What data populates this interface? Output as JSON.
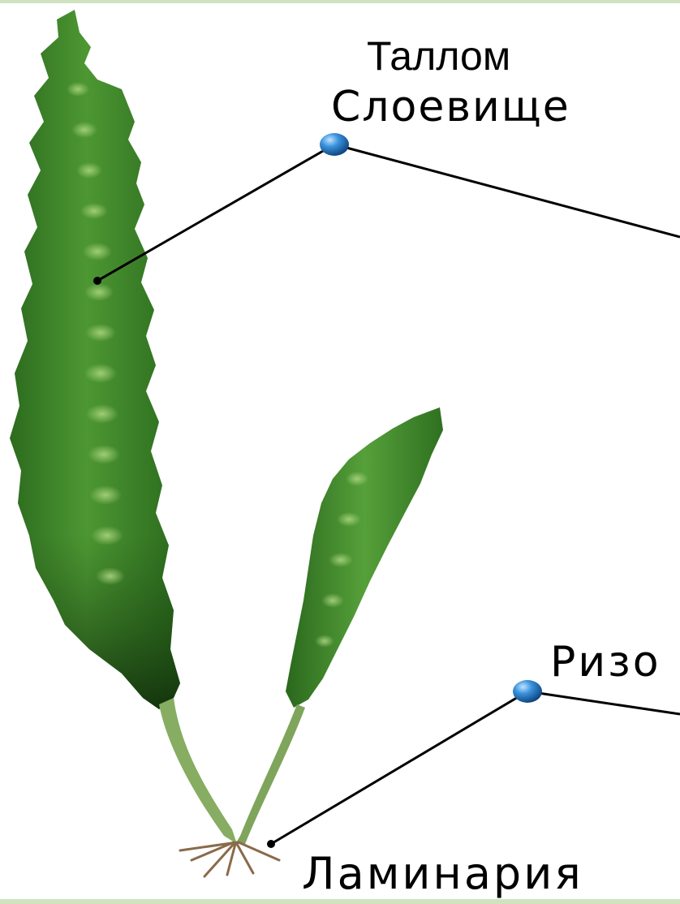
{
  "labels": {
    "thallus": "Таллом",
    "layered_body": "Слоевище",
    "rhizoid": "Ризо",
    "species": "Ламинария"
  },
  "colors": {
    "leaf_dark": "#1f5a18",
    "leaf_mid": "#3f8a2c",
    "leaf_light": "#8fc46a",
    "stem": "#7fa85a",
    "marker_blue": "#2a7fc8",
    "frame_green": "#cfe3bf",
    "line": "#000000"
  }
}
